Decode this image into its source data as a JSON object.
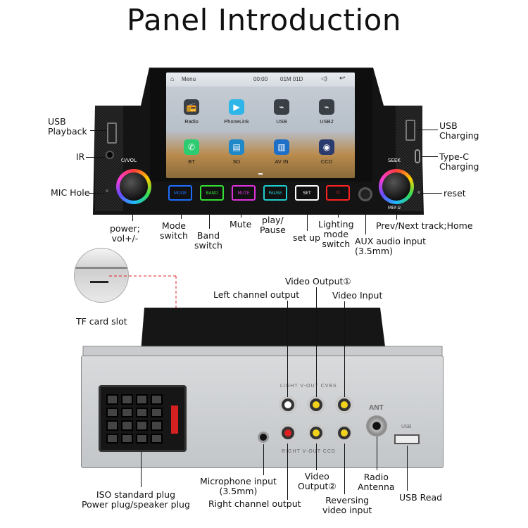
{
  "title": "Panel Introduction",
  "screen": {
    "status_menu": "Menu",
    "status_time": "00:00",
    "status_date": "01M 01D",
    "apps": [
      {
        "label": "Radio",
        "icon": "radio-icon",
        "color": "#3a3f46"
      },
      {
        "label": "PhoneLink",
        "icon": "phonelink-icon",
        "color": "#2fb6e8"
      },
      {
        "label": "USB",
        "icon": "usb-icon",
        "color": "#3a3f46"
      },
      {
        "label": "USB2",
        "icon": "usb-icon",
        "color": "#3a3f46"
      },
      {
        "label": "BT",
        "icon": "phone-icon",
        "color": "#2ecc71"
      },
      {
        "label": "SD",
        "icon": "sd-card-icon",
        "color": "#1e88c8"
      },
      {
        "label": "AV IN",
        "icon": "av-in-icon",
        "color": "#1e6fc8"
      },
      {
        "label": "CCD",
        "icon": "camera-icon",
        "color": "#2a3b6e"
      }
    ]
  },
  "buttons": [
    {
      "text": "MODE",
      "color": "#1e6fff"
    },
    {
      "text": "BAND",
      "color": "#33dd33"
    },
    {
      "text": "MUTE",
      "color": "#dd33dd"
    },
    {
      "text": "PAUSE",
      "color": "#22cccc"
    },
    {
      "text": "SET",
      "color": "#ffffff"
    },
    {
      "text": "⏻",
      "color": "#ff2222"
    }
  ],
  "knob_labels": {
    "vol": "⏻/VOL",
    "seek": "SEEK",
    "menu": "MENU"
  },
  "front_labels": {
    "usb_playback": "USB\nPlayback",
    "ir": "IR",
    "mic_hole": "MIC Hole",
    "power": "power;\nvol+/-",
    "mode_switch": "Mode\nswitch",
    "band_switch": "Band\nswitch",
    "mute": "Mute",
    "play_pause": "play/\nPause",
    "set_up": "set up",
    "lighting": "Lighting\nmode\nswitch",
    "aux": "AUX audio input\n(3.5mm)",
    "prev_next": "Prev/Next track;Home",
    "usb_charging": "USB\nCharging",
    "typec": "Type-C\nCharging",
    "reset": "reset"
  },
  "back_labels": {
    "tf_card": "TF card slot",
    "left_channel": "Left channel output",
    "video_output_1": "Video Output①",
    "video_input": "Video Input",
    "iso_plug": "ISO standard plug\nPower plug/speaker plug",
    "microphone": "Microphone input\n(3.5mm)",
    "right_channel": "Right channel output",
    "video_output_2": "Video\nOutput②",
    "reversing": "Reversing\nvideo input",
    "radio_antenna": "Radio\nAntenna",
    "usb_read": "USB Read"
  },
  "plate_text": {
    "top_row": "LIGHT V-OUT CVBS",
    "bottom_row": "RIGHT V-OUT CCD",
    "ant": "ANT",
    "usb": "USB"
  }
}
